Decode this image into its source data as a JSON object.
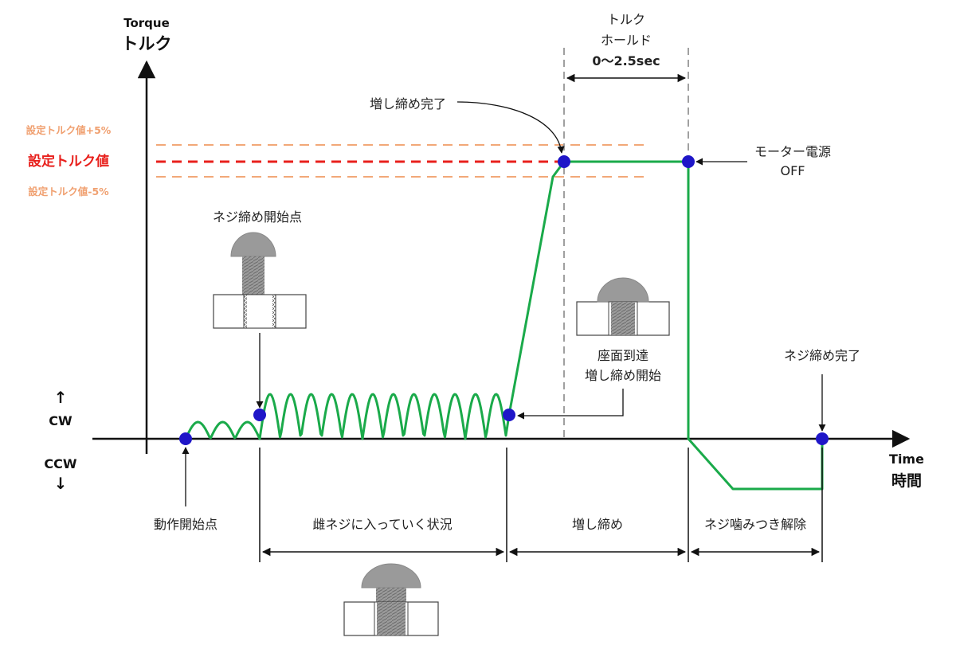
{
  "axes": {
    "y_title_en": "Torque",
    "y_title_jp": "トルク",
    "x_title_en": "Time",
    "x_title_jp": "時間",
    "cw_arrow": "↑",
    "cw": "CW",
    "ccw": "CCW",
    "ccw_arrow": "↓"
  },
  "levels": {
    "upper": "設定トルク値+5%",
    "set": "設定トルク値",
    "lower": "設定トルク値-5%"
  },
  "hold": {
    "line1": "トルク",
    "line2": "ホールド",
    "line3": "0〜2.5sec"
  },
  "annotations": {
    "tighten_complete": "増し締め完了",
    "motor_line1": "モーター電源",
    "motor_line2": "OFF",
    "screw_start": "ネジ締め開始点",
    "seat_line1": "座面到達",
    "seat_line2": "増し締め開始",
    "screw_complete": "ネジ締め完了",
    "operation_start": "動作開始点"
  },
  "phases": {
    "entering": "雌ネジに入っていく状況",
    "tightening": "増し締め",
    "release": "ネジ噛みつき解除"
  },
  "colors": {
    "curve": "#1aaa4a",
    "set_line": "#e8201c",
    "tolerance_line": "#f2a878",
    "tolerance_text": "#f0a070",
    "marker": "#1f16c8",
    "guide": "#a0a0a0"
  }
}
